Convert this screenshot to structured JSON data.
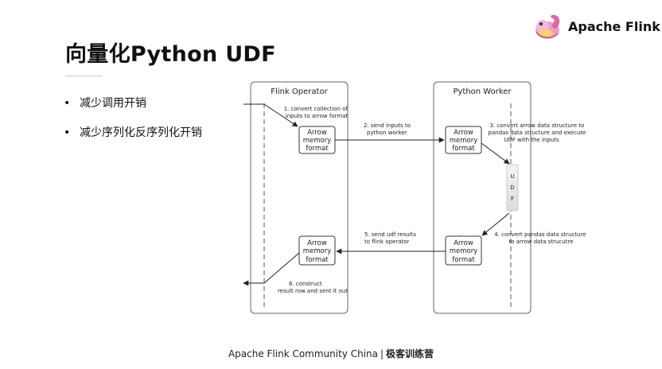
{
  "slide": {
    "title": "向量化Python UDF",
    "brand": "Apache Flink",
    "bullets": [
      "减少调用开销",
      "减少序列化反序列化开销"
    ],
    "footer_left": "Apache Flink Community China",
    "footer_sep": "|",
    "footer_right": "极客训练营"
  },
  "diagram": {
    "flink_operator_label": "Flink Operator",
    "python_worker_label": "Python Worker",
    "box_lines": [
      "Arrow",
      "memory",
      "format"
    ],
    "udf_letters": [
      "U",
      "D",
      "F"
    ],
    "steps": {
      "s1": [
        "1. convert collection of",
        "inputs to arrow format"
      ],
      "s2": [
        "2. send inputs to",
        "python worker"
      ],
      "s3": [
        "3. convert arrow data structure to",
        "pandas data structure and execute",
        "UDF with the inputs"
      ],
      "s4": [
        "4. convert pandas data structure",
        "to arrow data strucutre"
      ],
      "s5": [
        "5. send udf results",
        "to flink operator"
      ],
      "s6": [
        "6. construct",
        "result row and sent it out"
      ]
    }
  }
}
